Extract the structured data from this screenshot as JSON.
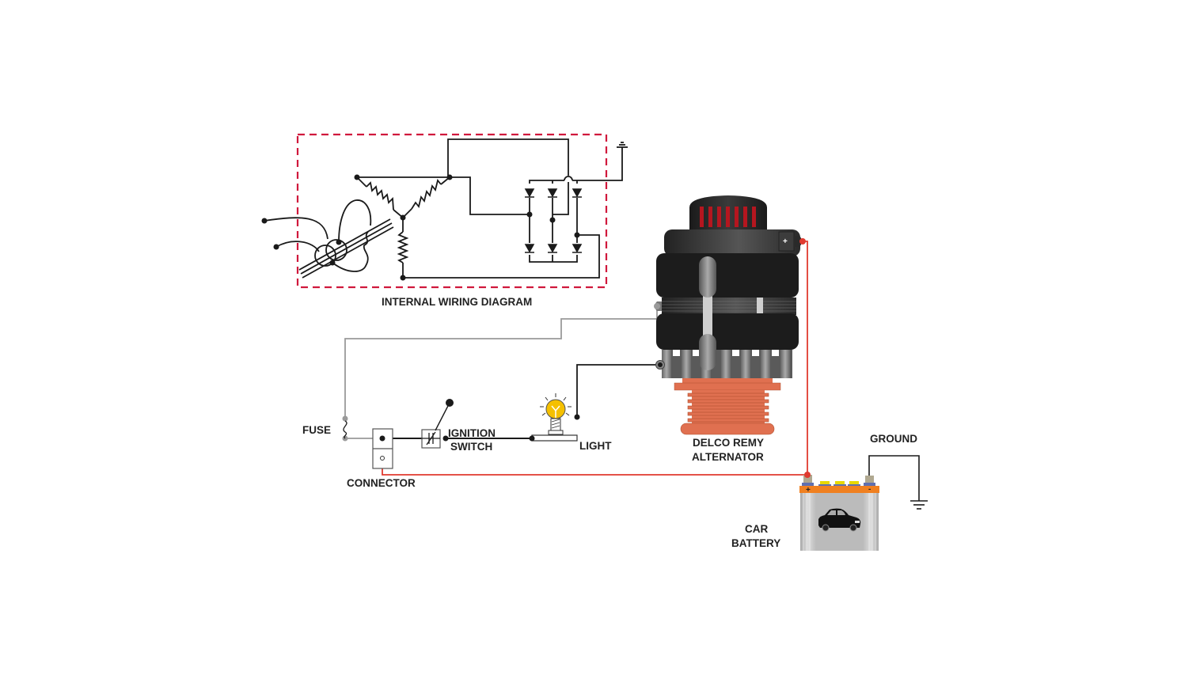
{
  "labels": {
    "internal_diagram": "INTERNAL WIRING DIAGRAM",
    "fuse": "FUSE",
    "connector": "CONNECTOR",
    "ignition_line1": "IGNITION",
    "ignition_line2": "SWITCH",
    "light": "LIGHT",
    "alternator_line1": "DELCO REMY",
    "alternator_line2": "ALTERNATOR",
    "ground": "GROUND",
    "battery_line1": "CAR",
    "battery_line2": "BATTERY",
    "positive_terminal": "+",
    "negative_terminal": "-",
    "alternator_terminal": "+"
  },
  "colors": {
    "wire_black": "#1a1a1a",
    "wire_gray": "#9a9a9a",
    "wire_red": "#e03a2f",
    "dashed_box": "#d0183c",
    "alternator_body": "#1c1c1c",
    "alternator_vents": "#b5161f",
    "pulley": "#e07050",
    "bulb": "#f5c000",
    "battery_top": "#f08020",
    "battery_body": "#c8c8c8"
  },
  "components": [
    {
      "id": "internal-wiring-diagram",
      "name": "Internal Wiring Diagram"
    },
    {
      "id": "alternator",
      "name": "Delco Remy Alternator"
    },
    {
      "id": "car-battery",
      "name": "Car Battery"
    },
    {
      "id": "fuse",
      "name": "Fuse"
    },
    {
      "id": "connector",
      "name": "Connector"
    },
    {
      "id": "ignition-switch",
      "name": "Ignition Switch"
    },
    {
      "id": "light",
      "name": "Light"
    },
    {
      "id": "ground",
      "name": "Ground"
    }
  ]
}
